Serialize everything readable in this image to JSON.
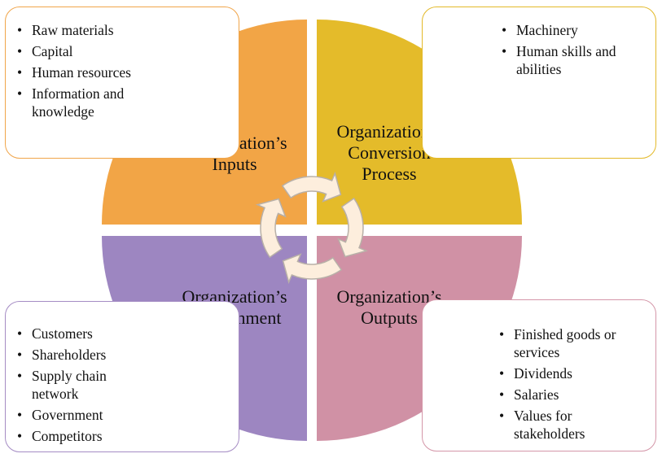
{
  "diagram": {
    "type": "four-quadrant cycle diagram",
    "quadrants": [
      {
        "id": "inputs",
        "position": "top-left",
        "title": "Organization’s Inputs",
        "title_lines": [
          "Organization’s",
          "Inputs"
        ],
        "color": "#f2a546",
        "border_color": "#f0a54a",
        "items": [
          "Raw materials",
          "Capital",
          "Human resources",
          "Information and knowledge"
        ]
      },
      {
        "id": "conversion",
        "position": "top-right",
        "title": "Organization’s Conversion Process",
        "title_lines": [
          "Organization’s",
          "Conversion",
          "Process"
        ],
        "color": "#e4bb2a",
        "border_color": "#e3b929",
        "items": [
          "Machinery",
          "Human skills and abilities"
        ]
      },
      {
        "id": "environment",
        "position": "bottom-left",
        "title": "Organization’s Environment",
        "title_lines": [
          "Organization’s",
          "Environment"
        ],
        "color": "#9d86c1",
        "border_color": "#a58cc4",
        "items": [
          "Customers",
          "Shareholders",
          "Supply chain network",
          "Government",
          "Competitors"
        ]
      },
      {
        "id": "outputs",
        "position": "bottom-right",
        "title": "Organization’s Outputs",
        "title_lines": [
          "Organization’s",
          "Outputs"
        ],
        "color": "#d091a5",
        "border_color": "#d496a8",
        "items": [
          "Finished goods or services",
          "Dividends",
          "Salaries",
          "Values for stakeholders"
        ]
      }
    ],
    "cycle_arrows": {
      "count": 4,
      "direction": "clockwise",
      "fill_color": "#fdeedd",
      "stroke_color": "#b8b0a8"
    },
    "bullet_char": "•"
  }
}
